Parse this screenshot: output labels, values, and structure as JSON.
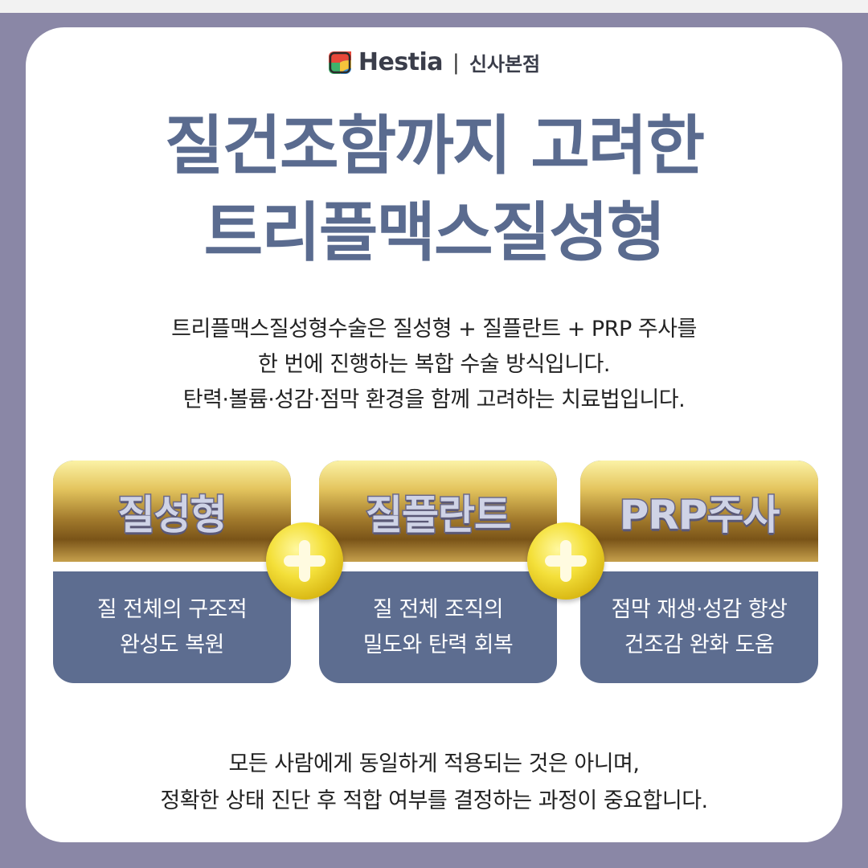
{
  "brand": {
    "name": "Hestia",
    "separator": "|",
    "branch": "신사본점",
    "logo_icon": "hestia-logo-icon",
    "logo_colors": [
      "#e8483a",
      "#f6c33b",
      "#3fb26b",
      "#3a8fd6"
    ]
  },
  "headline": {
    "line1": "질건조함까지 고려한",
    "line2": "트리플맥스질성형"
  },
  "description": {
    "line1": "트리플맥스질성형수술은 질성형 + 질플란트 + PRP 주사를",
    "line2": "한 번에 진행하는 복합 수술 방식입니다.",
    "line3": "탄력·볼륨·성감·점막 환경을 함께 고려하는 치료법입니다."
  },
  "treatments": [
    {
      "title": "질성형",
      "body_line1": "질 전체의 구조적",
      "body_line2": "완성도 복원"
    },
    {
      "title": "질플란트",
      "body_line1": "질 전체 조직의",
      "body_line2": "밀도와 탄력 회복"
    },
    {
      "title": "PRP주사",
      "body_line1": "점막 재생·성감 향상",
      "body_line2": "건조감 완화 도움"
    }
  ],
  "connector_icon": "plus-icon",
  "footer": {
    "line1": "모든 사람에게 동일하게 적용되는 것은 아니며,",
    "line2": "정확한 상태 진단 후 적합 여부를 결정하는 과정이 중요합니다."
  },
  "colors": {
    "background": "#8a87a6",
    "headline": "#5a6b8f",
    "box_body": "#5d6d90",
    "gold": "#e4c55e",
    "plus_yellow": "#f4e03a"
  }
}
